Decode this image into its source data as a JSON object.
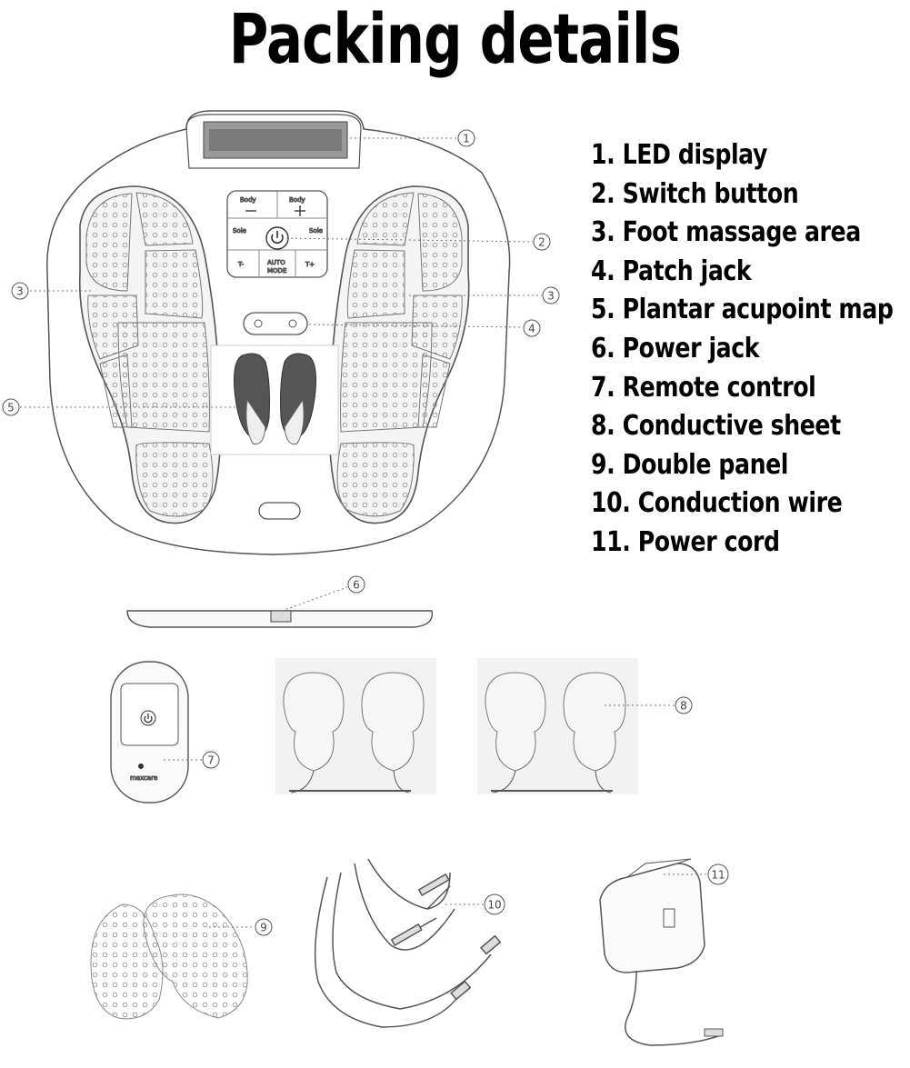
{
  "title": "Packing details",
  "legend": [
    "1. LED display",
    "2. Switch button",
    "3. Foot massage area",
    "4. Patch jack",
    "5. Plantar acupoint map",
    "6. Power jack",
    "7. Remote control",
    "8. Conductive sheet",
    "9. Double panel",
    "10. Conduction wire",
    "11. Power cord"
  ],
  "callouts": [
    "1",
    "2",
    "3",
    "3",
    "4",
    "5",
    "6",
    "7",
    "8",
    "9",
    "10",
    "11"
  ],
  "panel_labels": {
    "body": "Body",
    "sole": "Sole",
    "t_minus": "T-",
    "t_plus": "T+",
    "auto": "AUTO",
    "mode": "MODE",
    "brand": "maxcare"
  },
  "icons": [
    "power-icon",
    "plus-icon",
    "minus-icon"
  ]
}
